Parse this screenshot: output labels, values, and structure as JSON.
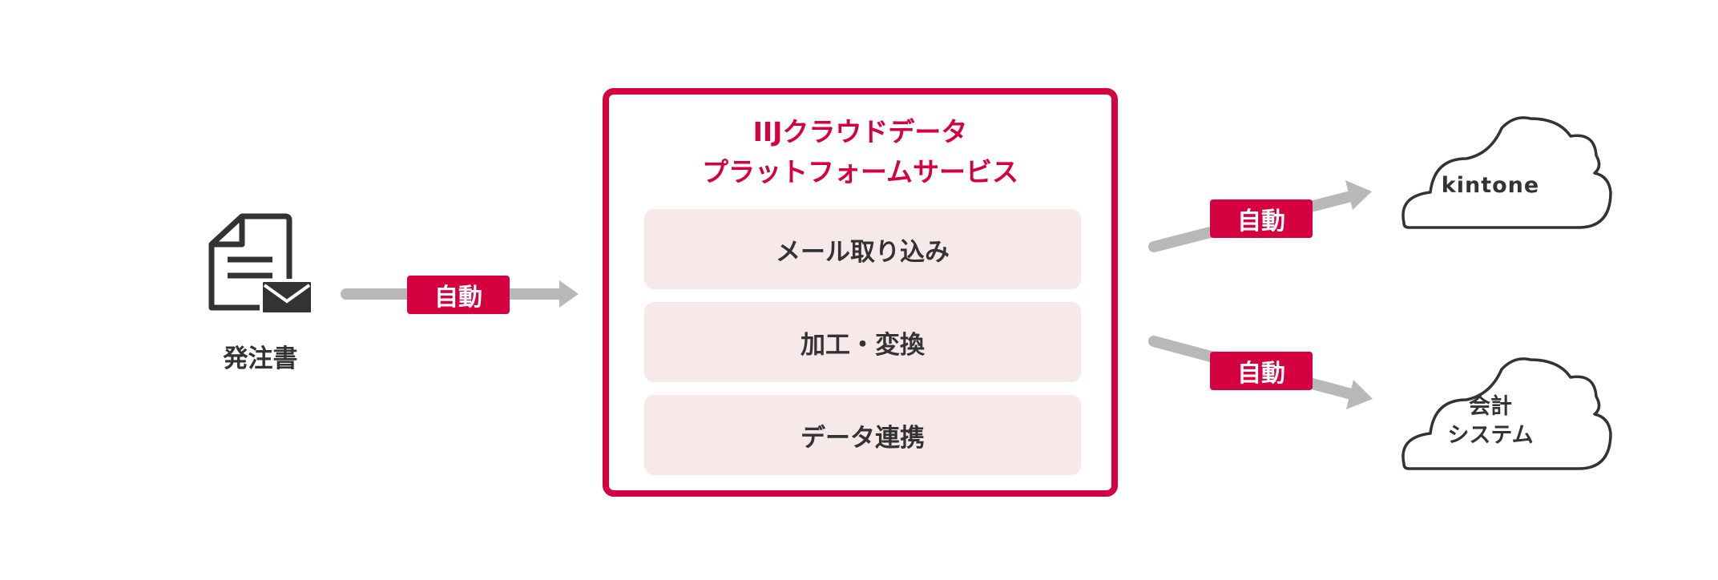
{
  "document": {
    "label": "発注書",
    "icon": "document-with-envelope-icon"
  },
  "badges": {
    "input": "自動",
    "to_kintone": "自動",
    "to_accounting": "自動"
  },
  "platform": {
    "title_line1": "IIJクラウドデータ",
    "title_line2": "プラットフォームサービス",
    "steps": [
      "メール取り込み",
      "加工・変換",
      "データ連携"
    ]
  },
  "targets": {
    "kintone": {
      "label": "kintone",
      "icon": "cloud-icon"
    },
    "accounting": {
      "label_line1": "会計",
      "label_line2": "システム",
      "icon": "cloud-icon"
    }
  },
  "colors": {
    "accent": "#d5003f",
    "arrow": "#b8b8b8",
    "step_bg": "#f7e8ea",
    "text": "#333333"
  }
}
